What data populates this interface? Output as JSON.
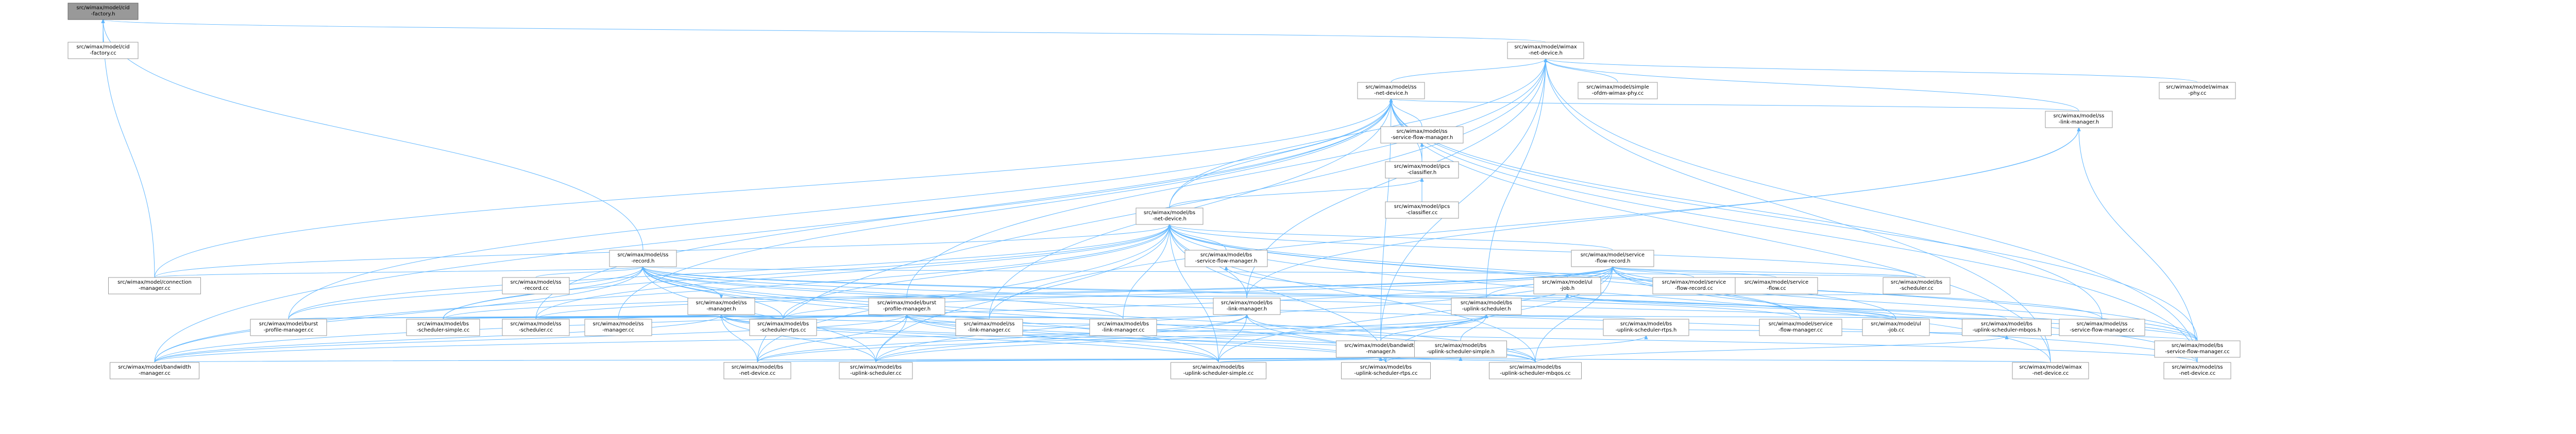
{
  "graph": {
    "root": "ff",
    "colors": {
      "edge": "#63b8ff",
      "root_fill": "#999999",
      "node_border": "#999999",
      "node_fill": "#ffffff"
    },
    "nodes": [
      {
        "id": "ff",
        "lines": [
          "src/wimax/model/cid",
          "-factory.h"
        ]
      },
      {
        "id": "ffcc",
        "lines": [
          "src/wimax/model/cid",
          "-factory.cc"
        ]
      },
      {
        "id": "wnd",
        "lines": [
          "src/wimax/model/wimax",
          "-net-device.h"
        ]
      },
      {
        "id": "bsnd",
        "lines": [
          "src/wimax/model/bs",
          "-net-device.h"
        ]
      },
      {
        "id": "ofdm",
        "lines": [
          "src/wimax/model/simple",
          "-ofdm-wimax-phy.cc"
        ]
      },
      {
        "id": "wphy",
        "lines": [
          "src/wimax/model/wimax",
          "-phy.cc"
        ]
      },
      {
        "id": "ssndh",
        "lines": [
          "src/wimax/model/ss",
          "-net-device.h"
        ]
      },
      {
        "id": "ssfmh",
        "lines": [
          "src/wimax/model/ss",
          "-service-flow-manager.h"
        ]
      },
      {
        "id": "sslmh",
        "lines": [
          "src/wimax/model/ss",
          "-link-manager.h"
        ]
      },
      {
        "id": "ipcsh",
        "lines": [
          "src/wimax/model/ipcs",
          "-classifier.h"
        ]
      },
      {
        "id": "ipcscc",
        "lines": [
          "src/wimax/model/ipcs",
          "-classifier.cc"
        ]
      },
      {
        "id": "ssrech",
        "lines": [
          "src/wimax/model/ss",
          "-record.h"
        ]
      },
      {
        "id": "bsfmh",
        "lines": [
          "src/wimax/model/bs",
          "-service-flow-manager.h"
        ]
      },
      {
        "id": "sfrech",
        "lines": [
          "src/wimax/model/service",
          "-flow-record.h"
        ]
      },
      {
        "id": "conncc",
        "lines": [
          "src/wimax/model/connection",
          "-manager.cc"
        ]
      },
      {
        "id": "ssreccc",
        "lines": [
          "src/wimax/model/ss",
          "-record.cc"
        ]
      },
      {
        "id": "ssmh",
        "lines": [
          "src/wimax/model/ss",
          "-manager.h"
        ]
      },
      {
        "id": "burstpfh",
        "lines": [
          "src/wimax/model/burst",
          "-profile-manager.h"
        ]
      },
      {
        "id": "bslmh",
        "lines": [
          "src/wimax/model/bs",
          "-link-manager.h"
        ]
      },
      {
        "id": "bsush",
        "lines": [
          "src/wimax/model/bs",
          "-uplink-scheduler.h"
        ]
      },
      {
        "id": "ulpdh",
        "lines": [
          "src/wimax/model/ul",
          "-job.h"
        ]
      },
      {
        "id": "sfreccc",
        "lines": [
          "src/wimax/model/service",
          "-flow-record.cc"
        ]
      },
      {
        "id": "sfcc",
        "lines": [
          "src/wimax/model/service",
          "-flow.cc"
        ]
      },
      {
        "id": "bsschcc",
        "lines": [
          "src/wimax/model/bs",
          "-scheduler.cc"
        ]
      },
      {
        "id": "burstpfcc",
        "lines": [
          "src/wimax/model/burst",
          "-profile-manager.cc"
        ]
      },
      {
        "id": "bsschsimcc",
        "lines": [
          "src/wimax/model/bs",
          "-scheduler-simple.cc"
        ]
      },
      {
        "id": "ssschcc",
        "lines": [
          "src/wimax/model/ss",
          "-scheduler.cc"
        ]
      },
      {
        "id": "ssmcc",
        "lines": [
          "src/wimax/model/ss",
          "-manager.cc"
        ]
      },
      {
        "id": "bsschrtpscc",
        "lines": [
          "src/wimax/model/bs",
          "-scheduler-rtps.cc"
        ]
      },
      {
        "id": "sslmcc",
        "lines": [
          "src/wimax/model/ss",
          "-link-manager.cc"
        ]
      },
      {
        "id": "bslmcc",
        "lines": [
          "src/wimax/model/bs",
          "-link-manager.cc"
        ]
      },
      {
        "id": "bwmh",
        "lines": [
          "src/wimax/model/bandwidth",
          "-manager.h"
        ]
      },
      {
        "id": "bsussimh",
        "lines": [
          "src/wimax/model/bs",
          "-uplink-scheduler-simple.h"
        ]
      },
      {
        "id": "bsusrtpsh",
        "lines": [
          "src/wimax/model/bs",
          "-uplink-scheduler-rtps.h"
        ]
      },
      {
        "id": "bsusmbqosh",
        "lines": [
          "src/wimax/model/bs",
          "-uplink-scheduler-mbqos.h"
        ]
      },
      {
        "id": "sfmcc",
        "lines": [
          "src/wimax/model/service",
          "-flow-manager.cc"
        ]
      },
      {
        "id": "ulpdcc",
        "lines": [
          "src/wimax/model/ul",
          "-job.cc"
        ]
      },
      {
        "id": "ssfmcc",
        "lines": [
          "src/wimax/model/ss",
          "-service-flow-manager.cc"
        ]
      },
      {
        "id": "bsfmcc",
        "lines": [
          "src/wimax/model/bs",
          "-service-flow-manager.cc"
        ]
      },
      {
        "id": "bwmcc",
        "lines": [
          "src/wimax/model/bandwidth",
          "-manager.cc"
        ]
      },
      {
        "id": "bsndcc",
        "lines": [
          "src/wimax/model/bs",
          "-net-device.cc"
        ]
      },
      {
        "id": "bsuscc",
        "lines": [
          "src/wimax/model/bs",
          "-uplink-scheduler.cc"
        ]
      },
      {
        "id": "bsussimcc",
        "lines": [
          "src/wimax/model/bs",
          "-uplink-scheduler-simple.cc"
        ]
      },
      {
        "id": "bsusrtpscc",
        "lines": [
          "src/wimax/model/bs",
          "-uplink-scheduler-rtps.cc"
        ]
      },
      {
        "id": "bsusmbqoscc",
        "lines": [
          "src/wimax/model/bs",
          "-uplink-scheduler-mbqos.cc"
        ]
      },
      {
        "id": "wndcc",
        "lines": [
          "src/wimax/model/wimax",
          "-net-device.cc"
        ]
      },
      {
        "id": "ssndcc",
        "lines": [
          "src/wimax/model/ss",
          "-net-device.cc"
        ]
      }
    ],
    "edges": [
      [
        "ff",
        "ffcc"
      ],
      [
        "ff",
        "wnd"
      ],
      [
        "ff",
        "ssrech"
      ],
      [
        "ff",
        "conncc"
      ],
      [
        "wnd",
        "bsnd"
      ],
      [
        "wnd",
        "ssndh"
      ],
      [
        "wnd",
        "ofdm"
      ],
      [
        "wnd",
        "wphy"
      ],
      [
        "wnd",
        "sslmh"
      ],
      [
        "wnd",
        "burstpfh"
      ],
      [
        "wnd",
        "bslmh"
      ],
      [
        "wnd",
        "bsush"
      ],
      [
        "wnd",
        "wndcc"
      ],
      [
        "wnd",
        "ssndcc"
      ],
      [
        "wnd",
        "bsndcc"
      ],
      [
        "wnd",
        "bwmh"
      ],
      [
        "ssndh",
        "ssfmh"
      ],
      [
        "ssndh",
        "sslmh"
      ],
      [
        "ssndh",
        "ipcsh"
      ],
      [
        "ssndh",
        "bsnd"
      ],
      [
        "ssndh",
        "ssndcc"
      ],
      [
        "ssndh",
        "wndcc"
      ],
      [
        "ssndh",
        "conncc"
      ],
      [
        "ssndh",
        "bwmcc"
      ],
      [
        "ssndh",
        "burstpfcc"
      ],
      [
        "ssndh",
        "ssschcc"
      ],
      [
        "ssndh",
        "ssmcc"
      ],
      [
        "ssndh",
        "sslmcc"
      ],
      [
        "ssndh",
        "ssfmcc"
      ],
      [
        "ssndh",
        "bsfmcc"
      ],
      [
        "ssndh",
        "bwmh"
      ],
      [
        "ssfmh",
        "ipcsh"
      ],
      [
        "ipcsh",
        "ipcscc"
      ],
      [
        "ipcsh",
        "bsnd"
      ],
      [
        "sslmh",
        "sslmcc"
      ],
      [
        "sslmh",
        "ssndcc"
      ],
      [
        "sslmh",
        "bslmh"
      ],
      [
        "bsnd",
        "bsfmh"
      ],
      [
        "bsnd",
        "sfrech"
      ],
      [
        "bsnd",
        "bslmh"
      ],
      [
        "bsnd",
        "conncc"
      ],
      [
        "bsnd",
        "bsndcc"
      ],
      [
        "bsnd",
        "bsschcc"
      ],
      [
        "bsnd",
        "bsschsimcc"
      ],
      [
        "bsnd",
        "bsschrtpscc"
      ],
      [
        "bsnd",
        "bslmcc"
      ],
      [
        "bsnd",
        "bsuscc"
      ],
      [
        "bsnd",
        "bsussimcc"
      ],
      [
        "bsnd",
        "bsusrtpscc"
      ],
      [
        "bsnd",
        "bsusmbqoscc"
      ],
      [
        "bsnd",
        "bwmcc"
      ],
      [
        "bsnd",
        "burstpfcc"
      ],
      [
        "bsnd",
        "sfmcc"
      ],
      [
        "bsnd",
        "bsfmcc"
      ],
      [
        "bsnd",
        "ulpdcc"
      ],
      [
        "bsnd",
        "wndcc"
      ],
      [
        "bsnd",
        "ssschcc"
      ],
      [
        "ssrech",
        "ssreccc"
      ],
      [
        "ssrech",
        "ssmh"
      ],
      [
        "ssrech",
        "conncc"
      ],
      [
        "ssrech",
        "bsschcc"
      ],
      [
        "ssrech",
        "bsschsimcc"
      ],
      [
        "ssrech",
        "bsschrtpscc"
      ],
      [
        "ssrech",
        "bwmcc"
      ],
      [
        "ssrech",
        "burstpfcc"
      ],
      [
        "ssrech",
        "bslmcc"
      ],
      [
        "ssrech",
        "bsuscc"
      ],
      [
        "ssrech",
        "bsussimcc"
      ],
      [
        "ssrech",
        "bsusrtpscc"
      ],
      [
        "ssrech",
        "bsusmbqoscc"
      ],
      [
        "ssrech",
        "bsfmcc"
      ],
      [
        "ssrech",
        "ssndcc"
      ],
      [
        "ssrech",
        "ulpdcc"
      ],
      [
        "ssrech",
        "sfmcc"
      ],
      [
        "sfrech",
        "sfreccc"
      ],
      [
        "sfrech",
        "sfcc"
      ],
      [
        "sfrech",
        "bsschcc"
      ],
      [
        "sfrech",
        "bsush"
      ],
      [
        "sfrech",
        "ulpdh"
      ],
      [
        "sfrech",
        "bsschsimcc"
      ],
      [
        "sfrech",
        "bsschrtpscc"
      ],
      [
        "sfrech",
        "ssschcc"
      ],
      [
        "sfrech",
        "sfmcc"
      ],
      [
        "sfrech",
        "bsusmbqoscc"
      ],
      [
        "sfrech",
        "bsusrtpscc"
      ],
      [
        "sfrech",
        "bsussimcc"
      ],
      [
        "sfrech",
        "bsuscc"
      ],
      [
        "sfrech",
        "ssfmcc"
      ],
      [
        "sfrech",
        "bsfmcc"
      ],
      [
        "sfrech",
        "ssndcc"
      ],
      [
        "sfrech",
        "bwmcc"
      ],
      [
        "ssmh",
        "bsschcc"
      ],
      [
        "ssmh",
        "bsschsimcc"
      ],
      [
        "ssmh",
        "ssmcc"
      ],
      [
        "ssmh",
        "bsschrtpscc"
      ],
      [
        "ssmh",
        "bslmcc"
      ],
      [
        "ssmh",
        "bwmcc"
      ],
      [
        "ssmh",
        "burstpfcc"
      ],
      [
        "ssmh",
        "bsndcc"
      ],
      [
        "ssmh",
        "bsuscc"
      ],
      [
        "ssmh",
        "bsussimcc"
      ],
      [
        "ssmh",
        "bsusrtpscc"
      ],
      [
        "ssmh",
        "bsusmbqoscc"
      ],
      [
        "ssmh",
        "bsfmcc"
      ],
      [
        "ssmh",
        "ssschcc"
      ],
      [
        "burstpfh",
        "burstpfcc"
      ],
      [
        "burstpfh",
        "bsschsimcc"
      ],
      [
        "burstpfh",
        "bsschrtpscc"
      ],
      [
        "burstpfh",
        "bslmcc"
      ],
      [
        "burstpfh",
        "sslmcc"
      ],
      [
        "burstpfh",
        "ssschcc"
      ],
      [
        "burstpfh",
        "bsndcc"
      ],
      [
        "burstpfh",
        "bsuscc"
      ],
      [
        "burstpfh",
        "bsussimcc"
      ],
      [
        "burstpfh",
        "bsusrtpscc"
      ],
      [
        "burstpfh",
        "bsusmbqoscc"
      ],
      [
        "burstpfh",
        "bwmcc"
      ],
      [
        "burstpfh",
        "ssndcc"
      ],
      [
        "bslmh",
        "bslmcc"
      ],
      [
        "bslmh",
        "bsndcc"
      ],
      [
        "bslmh",
        "bsuscc"
      ],
      [
        "bslmh",
        "bsussimcc"
      ],
      [
        "bslmh",
        "bsusrtpscc"
      ],
      [
        "bslmh",
        "bsusmbqoscc"
      ],
      [
        "bsush",
        "bwmh"
      ],
      [
        "bsush",
        "bsussimh"
      ],
      [
        "bsush",
        "bsusrtpsh"
      ],
      [
        "bsush",
        "bsusmbqosh"
      ],
      [
        "bsush",
        "bsuscc"
      ],
      [
        "bsush",
        "bsndcc"
      ],
      [
        "bsush",
        "bwmcc"
      ],
      [
        "bwmh",
        "bwmcc"
      ],
      [
        "bwmh",
        "bsndcc"
      ],
      [
        "bwmh",
        "wndcc"
      ],
      [
        "bwmh",
        "bsusmbqoscc"
      ],
      [
        "bwmh",
        "bsusrtpscc"
      ],
      [
        "bwmh",
        "bsussimcc"
      ],
      [
        "bwmh",
        "bsuscc"
      ],
      [
        "bsussimh",
        "bsussimcc"
      ],
      [
        "bsusrtpsh",
        "bsusrtpscc"
      ],
      [
        "bsusmbqosh",
        "bsusmbqoscc"
      ],
      [
        "ulpdh",
        "ulpdcc"
      ],
      [
        "ulpdh",
        "bsusmbqosh"
      ],
      [
        "bsfmh",
        "bsfmcc"
      ]
    ]
  }
}
